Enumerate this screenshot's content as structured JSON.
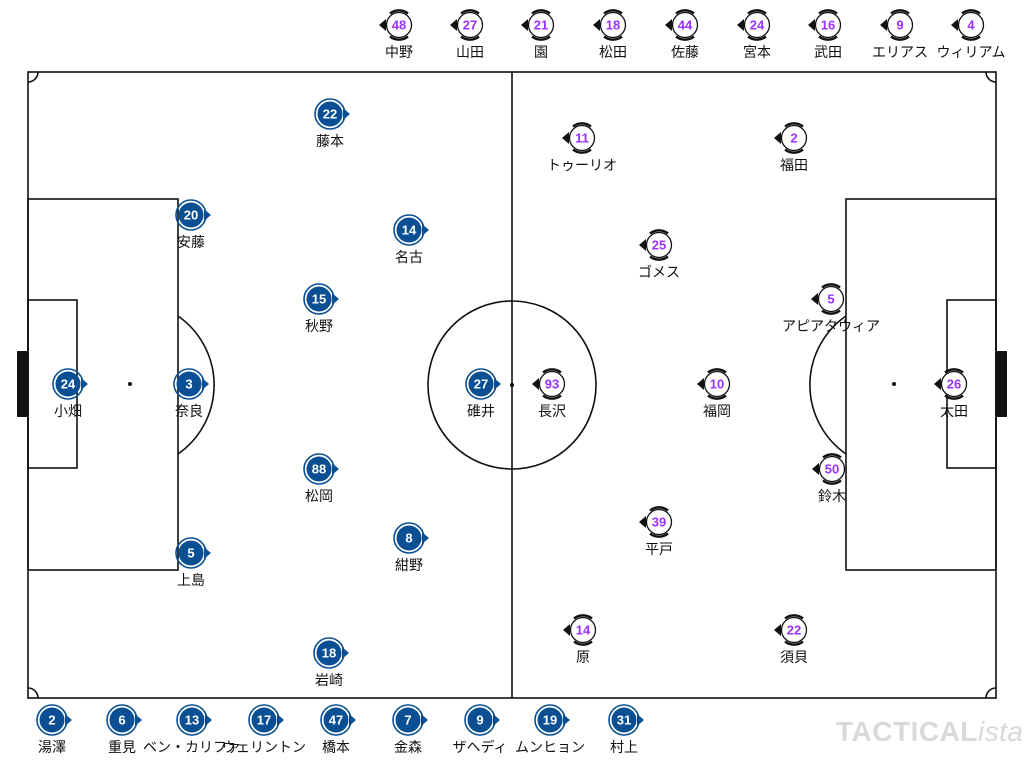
{
  "colors": {
    "home": "#0a4f94",
    "away_ring": "#111111",
    "away_number": "#9b30ff",
    "lines": "#111111"
  },
  "home_team": {
    "starters": [
      {
        "number": "24",
        "name": "小畑"
      },
      {
        "number": "20",
        "name": "安藤"
      },
      {
        "number": "3",
        "name": "奈良"
      },
      {
        "number": "5",
        "name": "上島"
      },
      {
        "number": "22",
        "name": "藤本"
      },
      {
        "number": "15",
        "name": "秋野"
      },
      {
        "number": "88",
        "name": "松岡"
      },
      {
        "number": "18",
        "name": "岩崎"
      },
      {
        "number": "14",
        "name": "名古"
      },
      {
        "number": "8",
        "name": "紺野"
      },
      {
        "number": "27",
        "name": "碓井"
      }
    ],
    "substitutes": [
      {
        "number": "2",
        "name": "湯澤"
      },
      {
        "number": "6",
        "name": "重見"
      },
      {
        "number": "13",
        "name": "ベン・カリファ"
      },
      {
        "number": "17",
        "name": "ウェリントン"
      },
      {
        "number": "47",
        "name": "橋本"
      },
      {
        "number": "7",
        "name": "金森"
      },
      {
        "number": "9",
        "name": "ザヘディ"
      },
      {
        "number": "19",
        "name": "ムンヒョン"
      },
      {
        "number": "31",
        "name": "村上"
      }
    ]
  },
  "away_team": {
    "starters": [
      {
        "number": "93",
        "name": "長沢"
      },
      {
        "number": "11",
        "name": "トゥーリオ"
      },
      {
        "number": "2",
        "name": "福田"
      },
      {
        "number": "25",
        "name": "ゴメス"
      },
      {
        "number": "5",
        "name": "アピアタウィア"
      },
      {
        "number": "10",
        "name": "福岡"
      },
      {
        "number": "26",
        "name": "太田"
      },
      {
        "number": "50",
        "name": "鈴木"
      },
      {
        "number": "39",
        "name": "平戸"
      },
      {
        "number": "14",
        "name": "原"
      },
      {
        "number": "22",
        "name": "須貝"
      }
    ],
    "substitutes": [
      {
        "number": "48",
        "name": "中野"
      },
      {
        "number": "27",
        "name": "山田"
      },
      {
        "number": "21",
        "name": "園"
      },
      {
        "number": "18",
        "name": "松田"
      },
      {
        "number": "44",
        "name": "佐藤"
      },
      {
        "number": "24",
        "name": "宮本"
      },
      {
        "number": "16",
        "name": "武田"
      },
      {
        "number": "9",
        "name": "エリアス"
      },
      {
        "number": "4",
        "name": "ウィリアム"
      }
    ]
  },
  "watermark": {
    "main": "TACTICAL",
    "italic": "ista"
  }
}
